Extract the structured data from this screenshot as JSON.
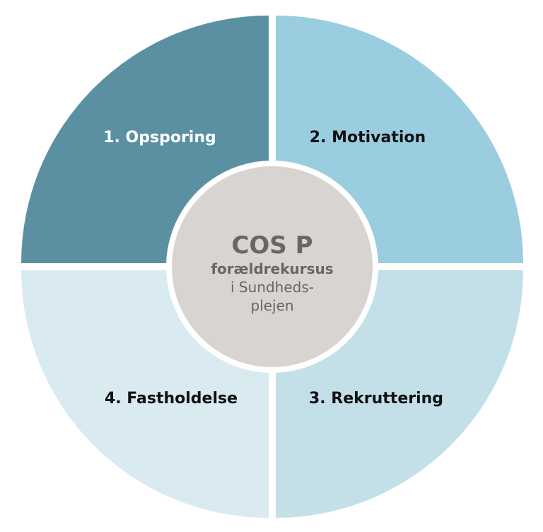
{
  "center": {
    "title": "COS P",
    "line1": "forældrekursus",
    "line2": "i Sundheds-",
    "line3": "plejen"
  },
  "quadrants": [
    {
      "label": "1. Opsporing",
      "color": "#5b90a3",
      "text_color": "#ffffff"
    },
    {
      "label": "2. Motivation",
      "color": "#9bcde0",
      "text_color": "#111111"
    },
    {
      "label": "3. Rekruttering",
      "color": "#c3e0e9",
      "text_color": "#111111"
    },
    {
      "label": "4. Fastholdelse",
      "color": "#d9ebf1",
      "text_color": "#111111"
    }
  ],
  "colors": {
    "center_fill": "#d8d4d1",
    "center_text": "#6c6660",
    "background": "#ffffff"
  }
}
